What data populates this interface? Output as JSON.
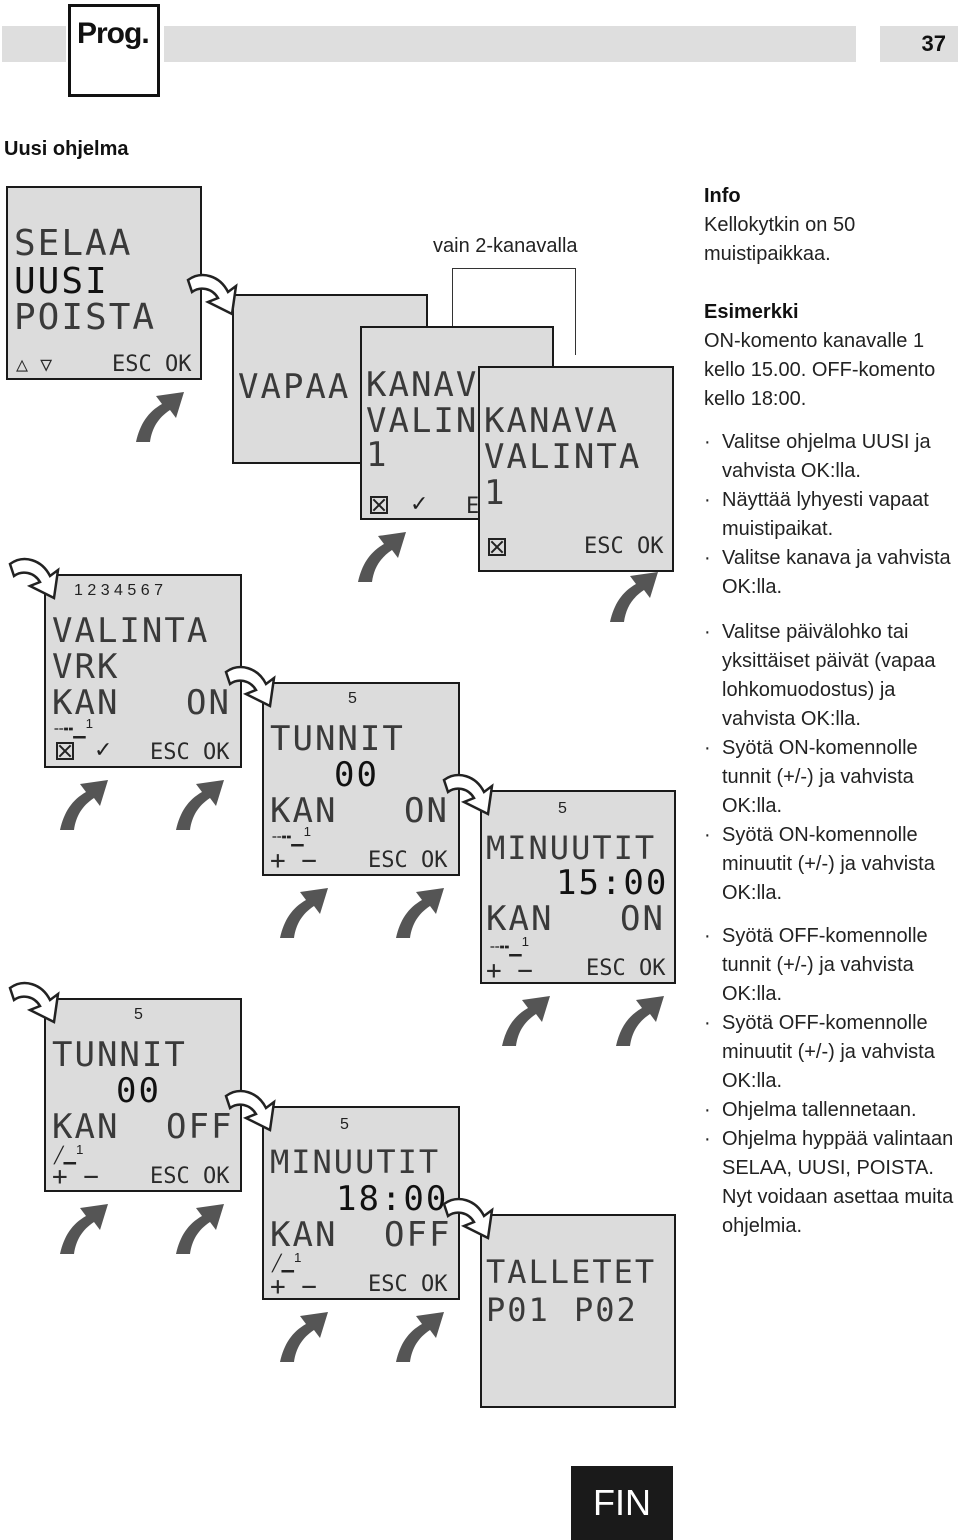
{
  "header": {
    "prog_label": "Prog.",
    "page_number": "37"
  },
  "section_title": "Uusi ohjelma",
  "channel_note": "vain 2-kanavalla",
  "screens": {
    "s1": {
      "line1": "SELAA",
      "line2": "UUSI",
      "line3": "POISTA",
      "controls": "ESC OK"
    },
    "s2": {
      "line1": "VAPAA 5"
    },
    "s3": {
      "line1": "KANAVA",
      "line2": "VALINTA",
      "line3": "1",
      "controls": "E"
    },
    "s4": {
      "line1": "KANAVA",
      "line2": "VALINTA",
      "line3": "1",
      "controls": "ESC OK"
    },
    "s5": {
      "days": "1 2 3 4 5 6 7",
      "line1": "VALINTA",
      "line2": "VRK",
      "line3": "KAN",
      "state": "ON",
      "channel": "1",
      "controls": "ESC OK"
    },
    "s6": {
      "day": "5",
      "line1": "TUNNIT",
      "value": "00",
      "line3": "KAN",
      "state": "ON",
      "channel": "1",
      "controls": "ESC OK"
    },
    "s7": {
      "day": "5",
      "line1": "MINUUTIT",
      "value": "15:00",
      "line3": "KAN",
      "state": "ON",
      "channel": "1",
      "controls": "ESC OK"
    },
    "s8": {
      "day": "5",
      "line1": "TUNNIT",
      "value": "00",
      "line3": "KAN",
      "state": "OFF",
      "channel": "1",
      "controls": "ESC OK"
    },
    "s9": {
      "day": "5",
      "line1": "MINUUTIT",
      "value": "18:00",
      "line3": "KAN",
      "state": "OFF",
      "channel": "1",
      "controls": "ESC OK"
    },
    "s10": {
      "line1": "TALLETET",
      "line2a": "P01",
      "line2b": "P02"
    }
  },
  "info": {
    "info_title": "Info",
    "info_text": "Kellokytkin on 50 muistipaikkaa.",
    "example_title": "Esimerkki",
    "example_text": "ON-komento kanavalle 1 kello 15.00. OFF-komento kello 18:00.",
    "steps": [
      "Valitse ohjelma UUSI ja vahvista OK:lla.",
      "Näyttää lyhyesti vapaat muistipaikat.",
      "Valitse kanava ja vahvista OK:lla.",
      "Valitse päivälohko tai yksittäiset päivät (vapaa lohkomuodostus) ja vahvista OK:lla.",
      "Syötä ON-komennolle tunnit (+/-) ja vahvista OK:lla.",
      "Syötä ON-komennolle minuutit (+/-) ja vahvista OK:lla.",
      "Syötä OFF-komennolle tunnit (+/-) ja vahvista OK:lla.",
      "Syötä OFF-komennolle minuutit (+/-) ja vahvista OK:lla.",
      "Ohjelma tallennetaan.",
      "Ohjelma hyppää valintaan SELAA, UUSI, POISTA. Nyt voidaan asettaa muita ohjelmia."
    ]
  },
  "footer": {
    "lang": "FIN"
  }
}
